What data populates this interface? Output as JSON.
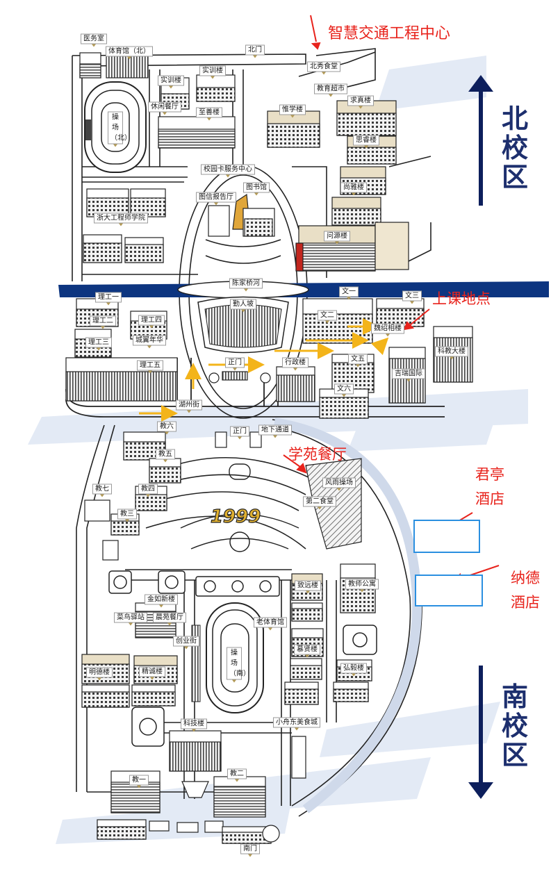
{
  "campus": {
    "north_title": "北校区",
    "south_title": "南校区",
    "emblem": "1999"
  },
  "annotations": {
    "traffic_center": "智慧交通工程中心",
    "class_location": "上课地点",
    "dining": "学苑餐厅",
    "hotel_junting_1": "君亭",
    "hotel_junting_2": "酒店",
    "hotel_nade_1": "纳德",
    "hotel_nade_2": "酒店"
  },
  "labels": {
    "clinic": "医务室",
    "gym_north": "体育馆（北）",
    "north_gate": "北门",
    "beixiu_canteen": "北秀食堂",
    "training_building_1": "实训楼",
    "training_building_2": "实训楼",
    "leisure_restaurant": "休闲餐厅",
    "zhishan_building": "至善楼",
    "weixue_building": "惟学楼",
    "edu_supermarket": "教育超市",
    "qiuzhen_building": "求真楼",
    "sirui_building": "思睿楼",
    "shangya_building": "尚雅楼",
    "wenyuan_building": "问源楼",
    "campus_card_center": "校园卡服务中心",
    "library": "图书馆",
    "lecture_hall": "图信报告厅",
    "zju_engineer_college": "浙大工程师学院",
    "playground_north": "操场（北）",
    "chenjiaqiao_river": "陈家桥河",
    "qinren_slope": "勤人坡",
    "wen1": "文一",
    "wen2": "文二",
    "wen3": "文三",
    "wen5": "文五",
    "wen6": "文六",
    "weishaoxiang_building": "魏绍相楼",
    "science_education_building": "科教大楼",
    "jirui_international": "吉瑞国际",
    "admin_building": "行政楼",
    "main_gate_north": "正门",
    "ligong1": "理工一",
    "ligong2": "理工二",
    "ligong3": "理工三",
    "ligong4": "理工四",
    "ligong5": "理工五",
    "chengyi_nianhua": "城翼年华",
    "huzhou_street": "湖州街",
    "main_gate_south": "正门",
    "underpass": "地下通道",
    "fengyu_playground": "风雨操场",
    "second_canteen": "第二食堂",
    "jiao1": "教一",
    "jiao2": "教二",
    "jiao3": "教三",
    "jiao4": "教四",
    "jiao5": "教五",
    "jiao6": "教六",
    "jiao7": "教七",
    "zhiyuan_building": "致远楼",
    "teachers_apartment": "教师公寓",
    "jinruxin_building": "金如新楼",
    "cainiao_station": "菜鸟驿站",
    "chenyuan_restaurant": "晨苑餐厅",
    "old_gym": "老体育馆",
    "chuangye_street": "创业街",
    "muxian_building": "慕贤楼",
    "hongyi_building": "弘毅楼",
    "mingde_building": "明德楼",
    "jingcheng_building": "精诚楼",
    "playground_south": "操场（南）",
    "xiaozhou_food_city": "小舟东美食城",
    "tech_building": "科技楼",
    "south_gate": "南门"
  },
  "colors": {
    "river": "#0d3580",
    "arrow_navy": "#0d1f5c",
    "annotation_red": "#e8231c",
    "hotel_box": "#2a8fe0",
    "route_arrow": "#f3b41a",
    "label_pointer": "#b39a55"
  }
}
